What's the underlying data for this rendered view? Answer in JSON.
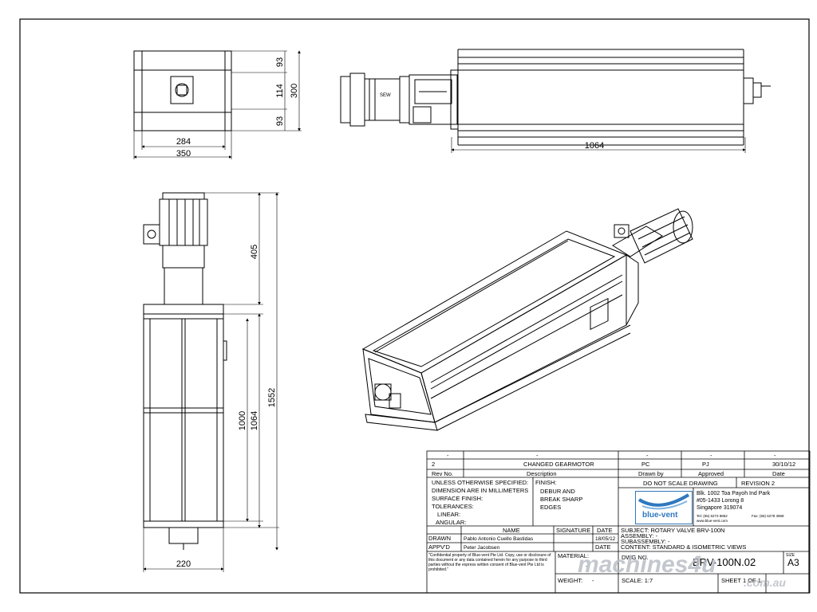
{
  "dimensions": {
    "top_width_inner": "284",
    "top_width_outer": "350",
    "top_h_a": "93",
    "top_h_b": "114",
    "top_h_c": "93",
    "top_h_total": "300",
    "side_length": "1064",
    "front_motor": "405",
    "front_body_inner": "1000",
    "front_body": "1064",
    "front_total": "1552",
    "front_width": "220"
  },
  "motor_label": "SEW",
  "revision_table": {
    "blank_row": [
      "-",
      "-",
      "-",
      "-",
      "-"
    ],
    "row": {
      "rev": "2",
      "description": "CHANGED GEARMOTOR",
      "drawn_by": "PC",
      "approved": "PJ",
      "date": "30/10/12"
    },
    "headers": {
      "rev": "Rev No.",
      "description": "Description",
      "drawn_by": "Drawn by",
      "approved": "Approved",
      "date": "Date"
    }
  },
  "notes": {
    "unless": "UNLESS OTHERWISE SPECIFIED:",
    "dimension": "DIMENSION ARE IN MILLIMETERS",
    "surface": "SURFACE FINISH:",
    "tolerances": "TOLERANCES:",
    "linear": "LINEAR:",
    "angular": "ANGULAR:",
    "finish_label": "FINISH:",
    "finish_1": "DEBUR AND",
    "finish_2": "BREAK SHARP",
    "finish_3": "EDGES"
  },
  "do_not_scale": "DO NOT SCALE DRAWING",
  "revision": "REVISION  2",
  "company": {
    "logo": "blue-vent",
    "address_1": "Blk. 1002 Toa Payoh Ind Park",
    "address_2": "#05-1433 Lorong 8",
    "address_3": "Singapore 319074",
    "tel": "Tel: (65) 6273 8862",
    "fax": "Fax: (65) 6278 3968",
    "web": "www.blue-vent.com"
  },
  "names": {
    "name_header": "NAME",
    "signature_header": "SIGNATURE",
    "date_header": "DATE",
    "drawn_label": "DRAWN",
    "drawn_name": "Pablo Antonio Cuello Bastidas",
    "drawn_date": "18/05/12",
    "appvd_label": "APPV'D",
    "appvd_name": "Peter Jacobsen",
    "appvd_date": "DATE"
  },
  "subject": {
    "subject": "SUBJECT:  ROTARY VALVE BRV-100N",
    "assembly": "ASSEMBLY:  -",
    "subassembly": "SUBASSEMBLY:  -",
    "content": "CONTENT:  STANDARD & ISOMETRIC VIEWS"
  },
  "confidential": "\"Confidential property of Blue-vent Pte Ltd. Copy, use or disclosure of this document or any data contained herein for any purpose to third parties without the express written consent of Blue-vent Pte Ltd is prohibited.\"",
  "material_label": "MATERIAL:",
  "material_value": "-",
  "weight_label": "WEIGHT:",
  "weight_value": "-",
  "dwg_label": "DWG NO.",
  "dwg_no": "BRV-100N.02",
  "size_label": "SIZE",
  "size_value": "A3",
  "scale": "SCALE: 1:7",
  "sheet": "SHEET 1 OF 1",
  "watermark": {
    "main": "machines4u",
    "sub": ".com.au"
  },
  "colors": {
    "line": "#000000",
    "logo_blue": "#2f78bf",
    "watermark": "#b9bec6"
  }
}
